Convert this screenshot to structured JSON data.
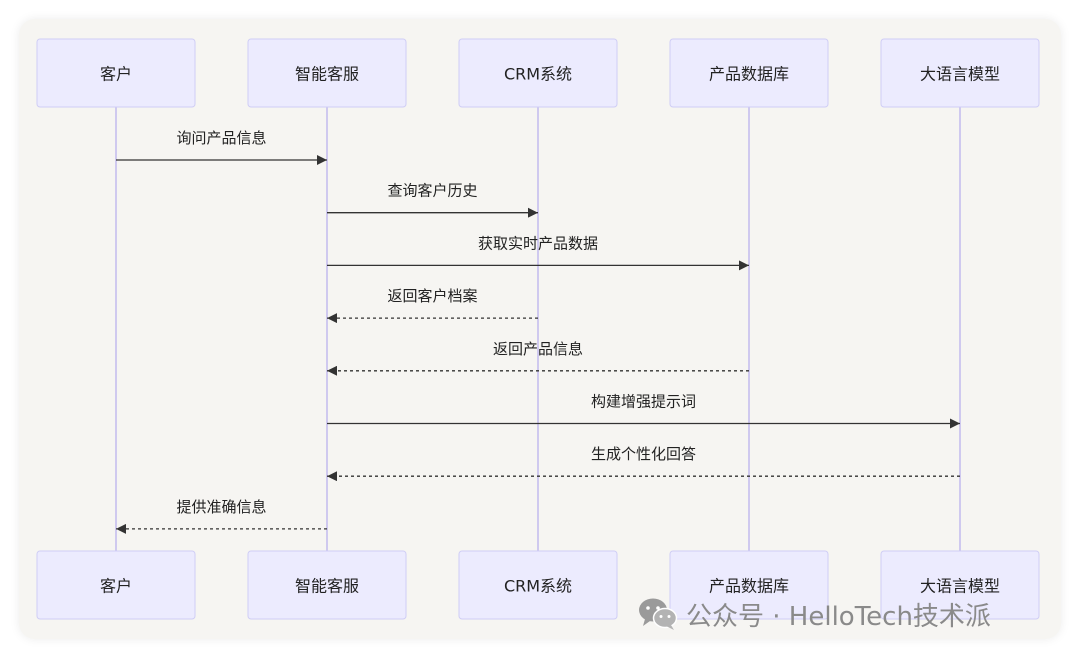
{
  "diagram": {
    "type": "sequence",
    "participants": [
      {
        "id": "customer",
        "label": "客户"
      },
      {
        "id": "service",
        "label": "智能客服"
      },
      {
        "id": "crm",
        "label": "CRM系统"
      },
      {
        "id": "productdb",
        "label": "产品数据库"
      },
      {
        "id": "llm",
        "label": "大语言模型"
      }
    ],
    "messages": [
      {
        "from": "customer",
        "to": "service",
        "label": "询问产品信息",
        "style": "solid"
      },
      {
        "from": "service",
        "to": "crm",
        "label": "查询客户历史",
        "style": "solid"
      },
      {
        "from": "service",
        "to": "productdb",
        "label": "获取实时产品数据",
        "style": "solid"
      },
      {
        "from": "crm",
        "to": "service",
        "label": "返回客户档案",
        "style": "dashed"
      },
      {
        "from": "productdb",
        "to": "service",
        "label": "返回产品信息",
        "style": "dashed"
      },
      {
        "from": "service",
        "to": "llm",
        "label": "构建增强提示词",
        "style": "solid"
      },
      {
        "from": "llm",
        "to": "service",
        "label": "生成个性化回答",
        "style": "dashed"
      },
      {
        "from": "service",
        "to": "customer",
        "label": "提供准确信息",
        "style": "dashed"
      }
    ],
    "colors": {
      "actor_fill": "#ecebfe",
      "actor_stroke": "#cfcdf5",
      "lifeline": "#cfc9ef",
      "message": "#333333",
      "background": "#f6f5f2"
    }
  },
  "watermark": {
    "icon": "wechat-icon",
    "text": "公众号 · HelloTech技术派"
  }
}
